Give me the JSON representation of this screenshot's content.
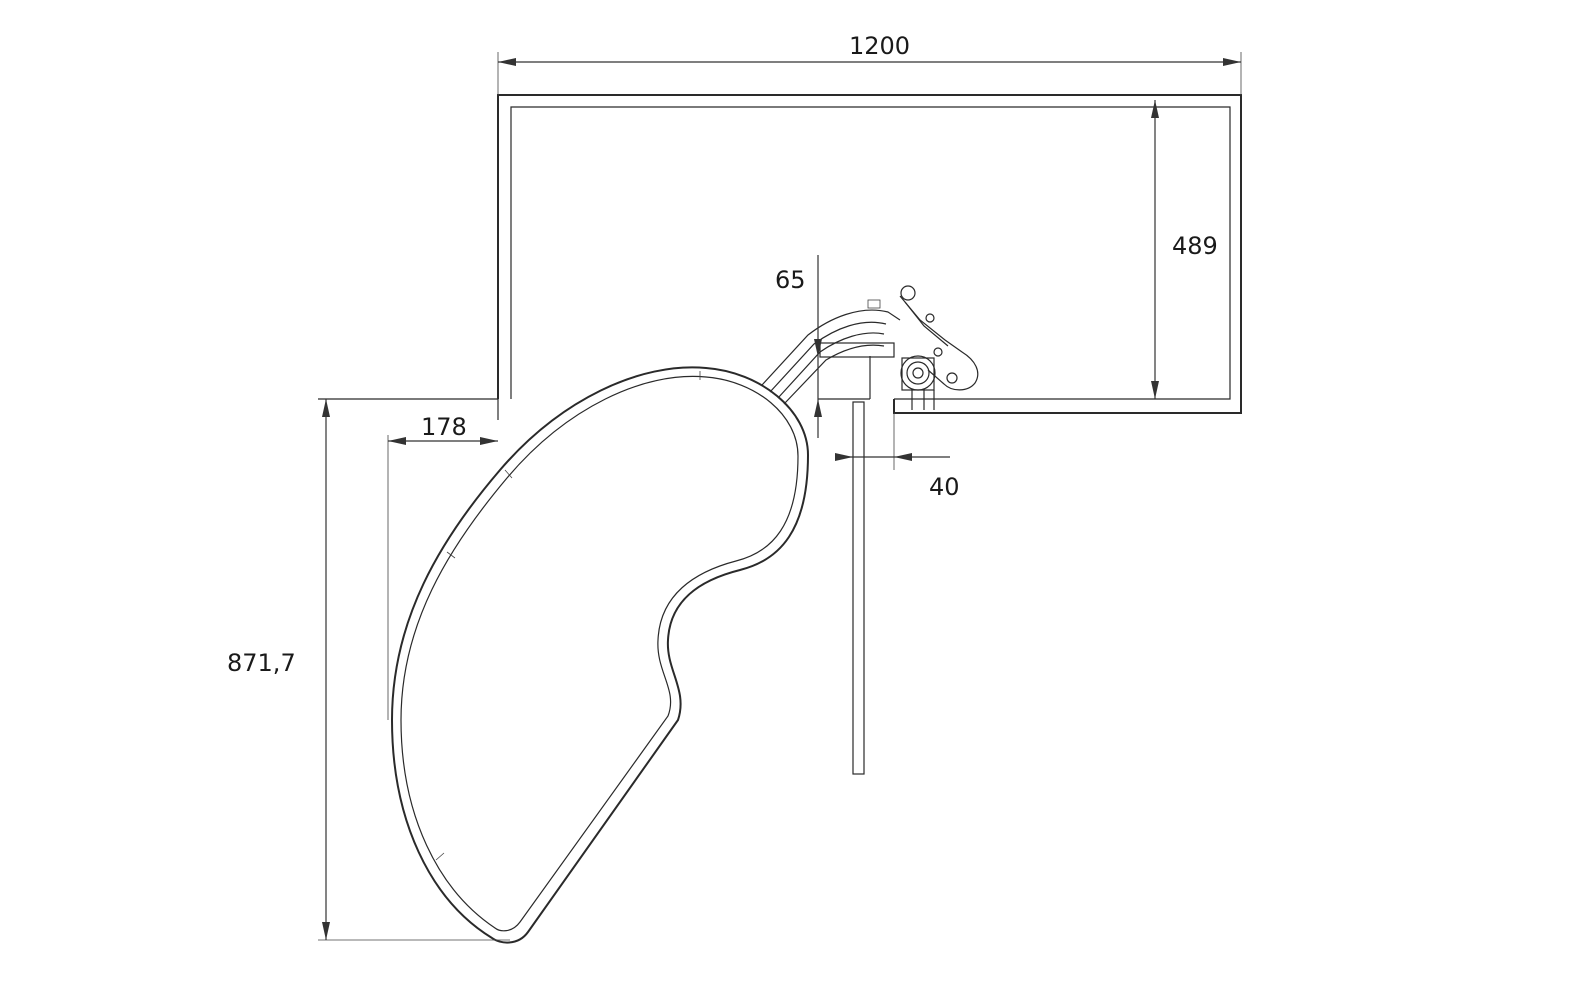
{
  "dimensions": {
    "width_top": "1200",
    "depth_right": "489",
    "offset_65": "65",
    "offset_178": "178",
    "offset_40": "40",
    "height_left": "871,7"
  },
  "colors": {
    "line": "#2a2a2a",
    "background": "#ffffff"
  }
}
